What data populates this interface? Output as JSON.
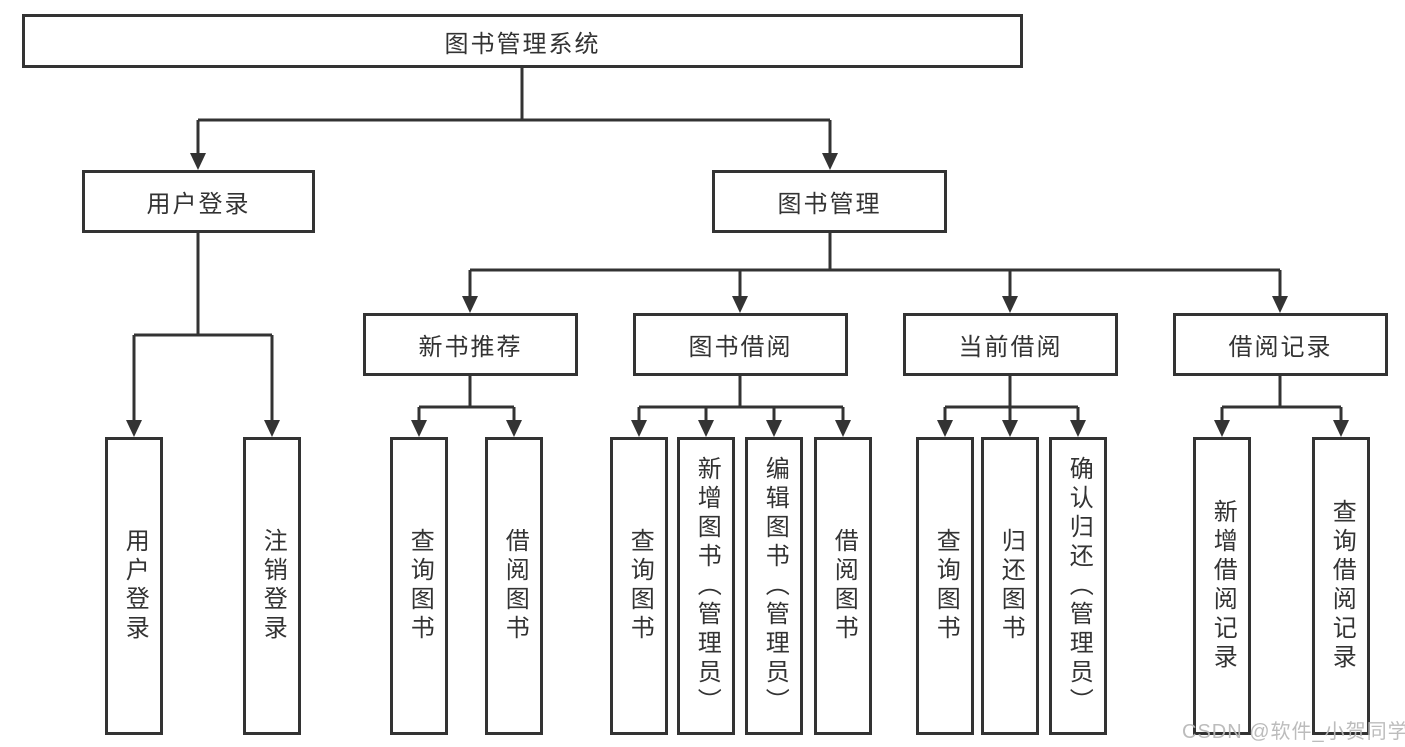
{
  "nodes": {
    "root": "图书管理系统",
    "user_login": "用户登录",
    "book_management": "图书管理",
    "new_book_recommend": "新书推荐",
    "book_borrowing": "图书借阅",
    "current_borrowing": "当前借阅",
    "borrowing_records": "借阅记录",
    "leaf_user_login": "用户登录",
    "leaf_logout": "注销登录",
    "leaf_query_book_a": "查询图书",
    "leaf_borrow_book_a": "借阅图书",
    "leaf_query_book_b": "查询图书",
    "leaf_add_book": "新增图书（管理员）",
    "leaf_edit_book": "编辑图书（管理员）",
    "leaf_borrow_book_b": "借阅图书",
    "leaf_query_book_c": "查询图书",
    "leaf_return_book": "归还图书",
    "leaf_confirm_return": "确认归还（管理员）",
    "leaf_add_borrow_record": "新增借阅记录",
    "leaf_query_borrow_record": "查询借阅记录"
  },
  "watermark": "CSDN @软件_小贺同学",
  "colors": {
    "line": "#333333",
    "text": "#333333",
    "watermark_text": "#b9b9b9",
    "background": "#ffffff"
  }
}
